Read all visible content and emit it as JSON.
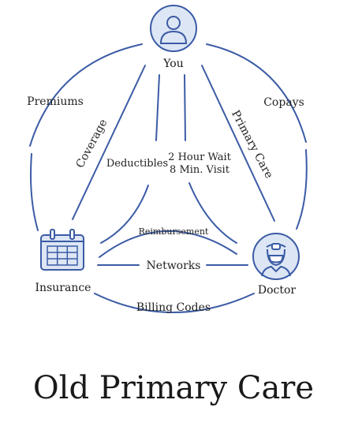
{
  "nodes": {
    "you": {
      "label": "You",
      "icon": "person-icon"
    },
    "insurance": {
      "label": "Insurance",
      "icon": "calendar-icon"
    },
    "doctor": {
      "label": "Doctor",
      "icon": "doctor-icon"
    }
  },
  "labels": {
    "premiums": "Premiums",
    "copays": "Copays",
    "coverage": "Coverage",
    "deductibles": "Deductibles",
    "wait_line1": "2 Hour Wait",
    "wait_line2": "8 Min. Visit",
    "primary_care": "Primary Care",
    "reimbursement": "Reimbursement",
    "networks": "Networks",
    "billing_codes": "Billing Codes"
  },
  "title": "Old Primary Care",
  "colors": {
    "line": "#3b5ba5",
    "icon_fill": "#dde6f4",
    "text": "#222222"
  }
}
